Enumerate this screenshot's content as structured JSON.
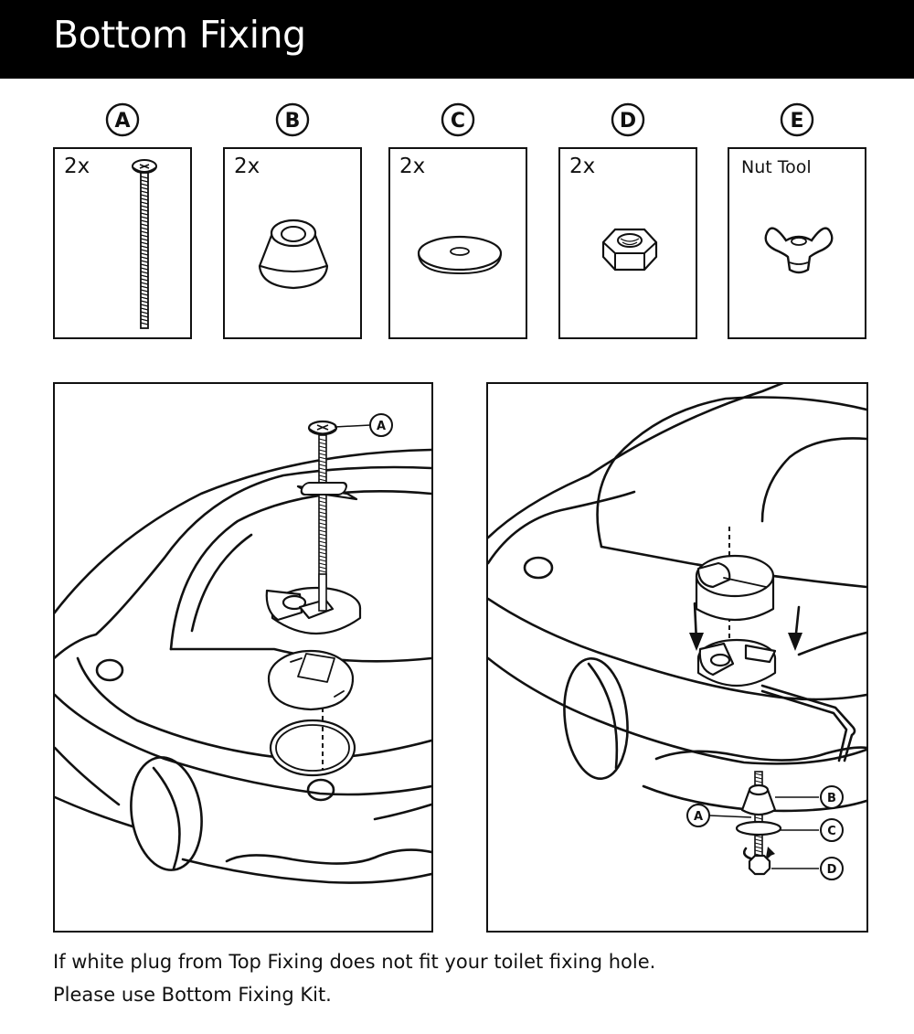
{
  "header": {
    "title": "Bottom Fixing"
  },
  "parts": [
    {
      "letter": "A",
      "quantity": "2x",
      "icon": "bolt-icon"
    },
    {
      "letter": "B",
      "quantity": "2x",
      "icon": "cone-washer-icon"
    },
    {
      "letter": "C",
      "quantity": "2x",
      "icon": "flat-washer-icon"
    },
    {
      "letter": "D",
      "quantity": "2x",
      "icon": "hex-nut-icon"
    },
    {
      "letter": "E",
      "quantity": "Nut Tool",
      "icon": "wing-nut-tool-icon"
    }
  ],
  "diagrams": {
    "left": {
      "callouts": [
        "A"
      ]
    },
    "right": {
      "callouts": [
        "B",
        "A",
        "C",
        "D"
      ]
    }
  },
  "caption": {
    "line1": "If white plug from Top Fixing does not fit your toilet fixing hole.",
    "line2": "Please use Bottom Fixing Kit."
  }
}
